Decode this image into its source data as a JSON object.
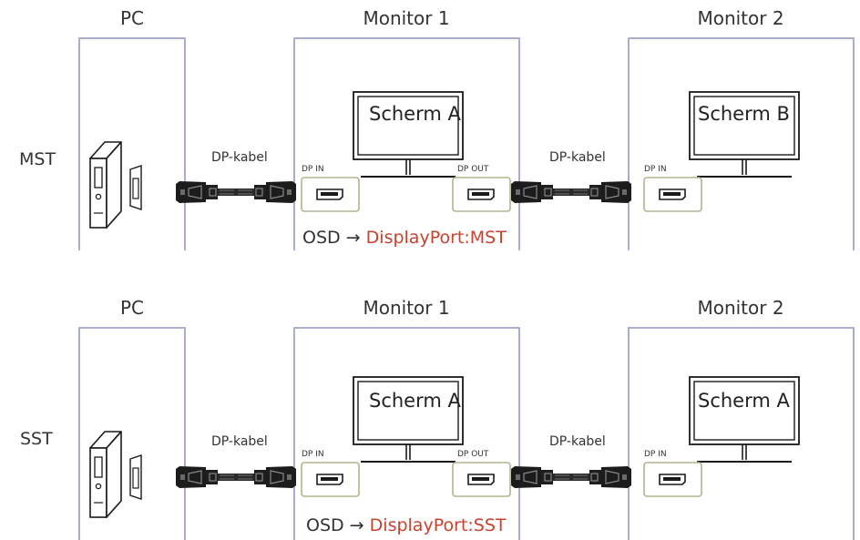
{
  "colors": {
    "frame": "#a7aecf",
    "port_border": "#b4b38c",
    "accent": "#c8422d",
    "ink": "#1a1a1a"
  },
  "icons": [
    "desktop-pc-icon",
    "monitor-icon",
    "dp-connector-icon",
    "displayport-socket-icon"
  ],
  "rows": [
    {
      "mode": "MST",
      "headings": {
        "pc": "PC",
        "monitor1": "Monitor 1",
        "monitor2": "Monitor 2"
      },
      "cable_labels": [
        "DP-kabel",
        "DP-kabel"
      ],
      "port_labels": {
        "m1_in": "DP IN",
        "m1_out": "DP OUT",
        "m2_in": "DP IN"
      },
      "screens": {
        "monitor1": "Scherm A",
        "monitor2": "Scherm B"
      },
      "osd": {
        "prefix": "OSD →",
        "setting": "DisplayPort:MST"
      }
    },
    {
      "mode": "SST",
      "headings": {
        "pc": "PC",
        "monitor1": "Monitor 1",
        "monitor2": "Monitor 2"
      },
      "cable_labels": [
        "DP-kabel",
        "DP-kabel"
      ],
      "port_labels": {
        "m1_in": "DP IN",
        "m1_out": "DP OUT",
        "m2_in": "DP IN"
      },
      "screens": {
        "monitor1": "Scherm A",
        "monitor2": "Scherm A"
      },
      "osd": {
        "prefix": "OSD →",
        "setting": "DisplayPort:SST"
      }
    }
  ]
}
